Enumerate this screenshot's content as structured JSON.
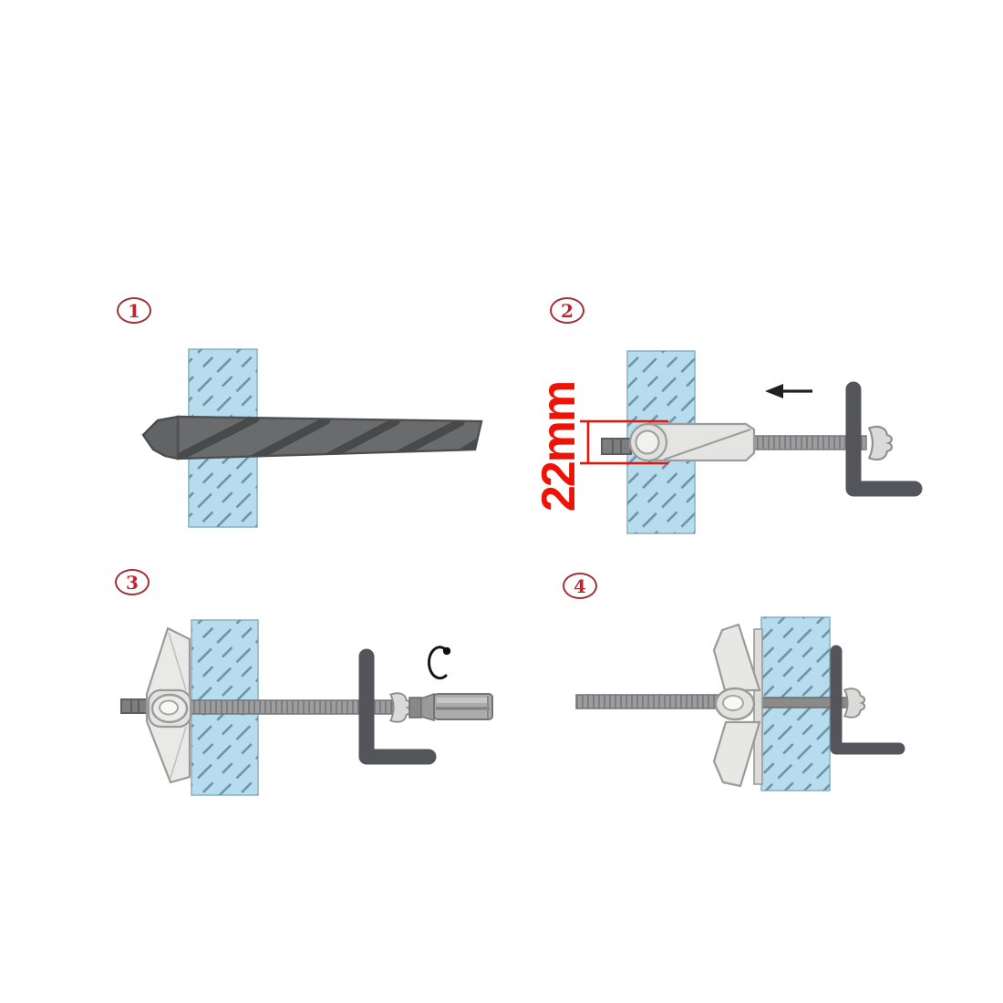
{
  "figure": {
    "kind": "instructional-diagram",
    "background": "#ffffff"
  },
  "steps": [
    {
      "marker": "1",
      "icons": [
        "step-1-badge",
        "wall",
        "drill-bit"
      ]
    },
    {
      "marker": "2",
      "icons": [
        "step-2-badge",
        "wall",
        "toggle-anchor-folded",
        "anchor-bolt",
        "l-bracket",
        "wing-nut",
        "arrow-left-icon",
        "dimension-lines"
      ]
    },
    {
      "marker": "3",
      "icons": [
        "step-3-badge",
        "wall",
        "toggle-anchor-open",
        "anchor-bolt",
        "l-bracket",
        "wing-nut",
        "screwdriver-bit",
        "rotate-icon"
      ]
    },
    {
      "marker": "4",
      "icons": [
        "step-4-badge",
        "wall",
        "toggle-anchor-flat",
        "anchor-bolt",
        "l-bracket",
        "wing-nut"
      ]
    }
  ],
  "annotations": {
    "dimension_label": "22mm"
  },
  "colors": {
    "wall_fill": "#b7dcee",
    "wall_hatch": "#6b90a8",
    "wall_edge": "#8fb2c7",
    "metal_dark": "#54555a",
    "metal_mid": "#6a6b6d",
    "metal_light": "#e6e6e4",
    "bolt_gray": "#9d9d9f",
    "annotation_red": "#ee1306",
    "badge_red": "#a33038",
    "arrow_black": "#202020"
  }
}
